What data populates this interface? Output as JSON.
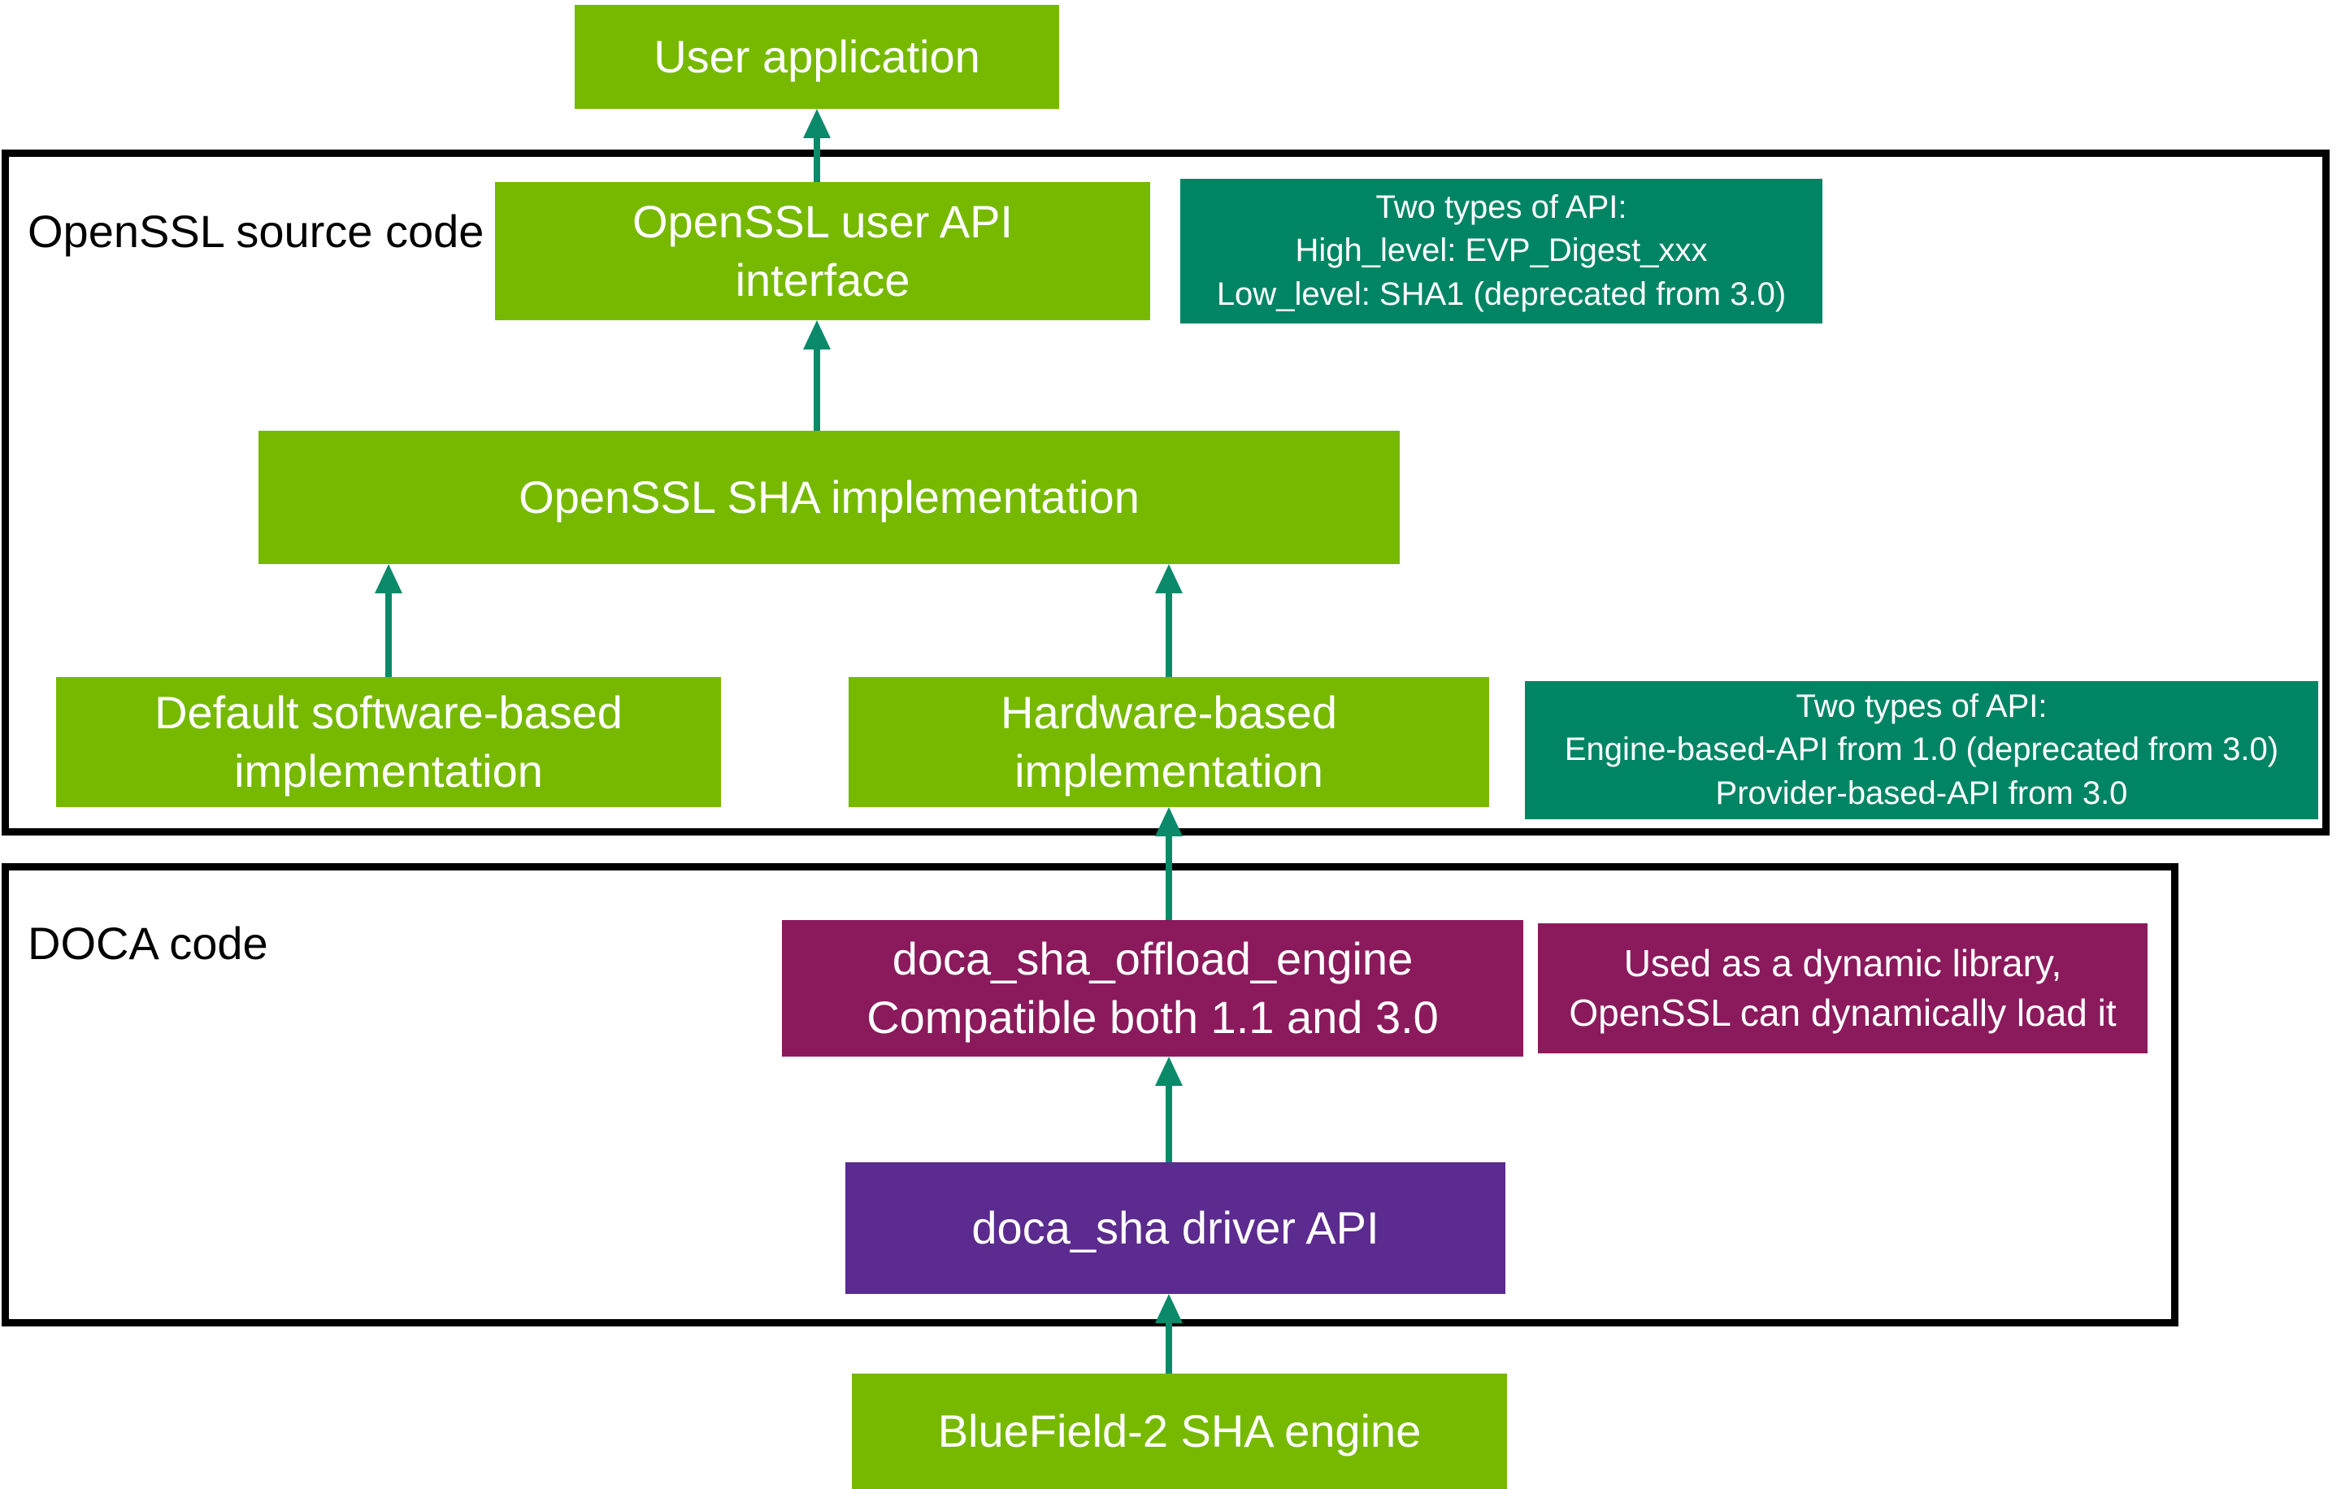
{
  "colors": {
    "node_green": "#76B900",
    "note_teal": "#008564",
    "node_magenta": "#8B1A5C",
    "node_purple": "#5B2B8F",
    "arrow_teal": "#0B8A6A",
    "section_border": "#000000",
    "node_text": "#FFFFFF",
    "section_label_text": "#000000"
  },
  "sections": {
    "openssl": {
      "label": "OpenSSL source code"
    },
    "doca": {
      "label": "DOCA code"
    }
  },
  "nodes": {
    "user_application": {
      "label": "User application"
    },
    "openssl_user_api_interface": {
      "label": "OpenSSL user API\ninterface"
    },
    "openssl_sha_implementation": {
      "label": "OpenSSL SHA implementation"
    },
    "default_software_implementation": {
      "label": "Default software-based\nimplementation"
    },
    "hardware_implementation": {
      "label": "Hardware-based\nimplementation"
    },
    "doca_sha_offload_engine": {
      "label": "doca_sha_offload_engine\nCompatible both 1.1 and 3.0"
    },
    "doca_sha_driver_api": {
      "label": "doca_sha driver API"
    },
    "bluefield2_sha_engine": {
      "label": "BlueField-2 SHA engine"
    }
  },
  "notes": {
    "openssl_api_types": {
      "text": "Two types of API:\nHigh_level: EVP_Digest_xxx\nLow_level: SHA1 (deprecated from 3.0)"
    },
    "hardware_api_types": {
      "text": "Two types of API:\nEngine-based-API from 1.0 (deprecated from 3.0)\nProvider-based-API from 3.0"
    },
    "dynamic_library": {
      "text": "Used as a dynamic library,\nOpenSSL can dynamically load it"
    }
  }
}
